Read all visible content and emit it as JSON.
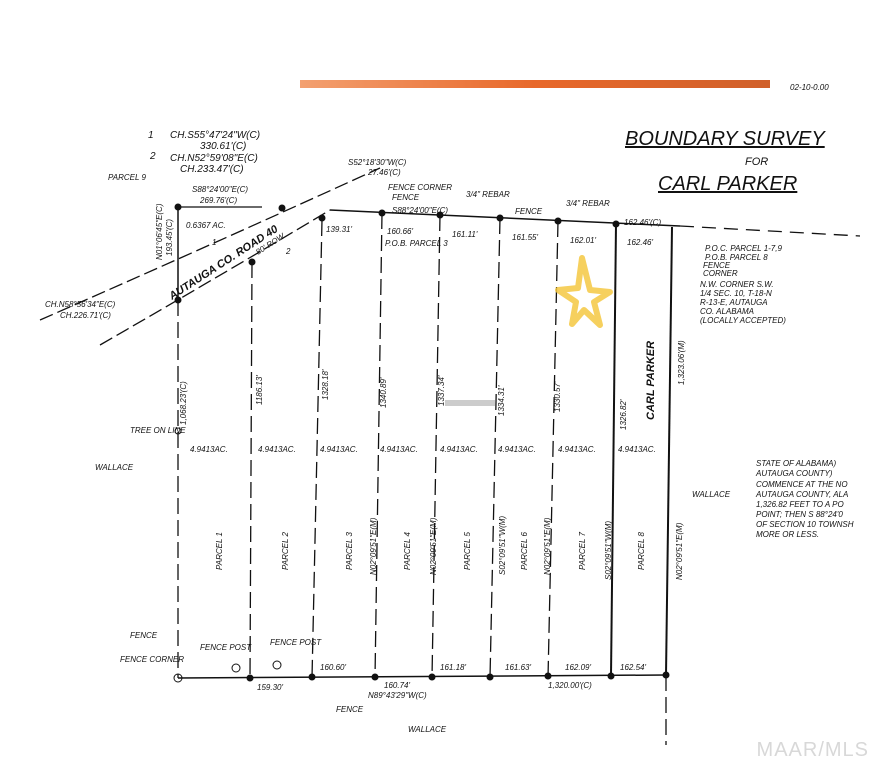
{
  "header": {
    "title_line1": "BOUNDARY SURVEY",
    "title_line2": "FOR",
    "title_line3": "CARL PARKER",
    "stamp": "02-10-0.00"
  },
  "curve_notes": {
    "n1": "1",
    "c1a": "CH.S55°47'24\"W(C)",
    "c1b": "330.61'(C)",
    "n2": "2",
    "c2a": "CH.N52°59'08\"E(C)",
    "c2b": "CH.233.47'(C)"
  },
  "road": {
    "name": "AUTAUGA CO. ROAD 40",
    "row": "80' ROW",
    "mark1": "1",
    "mark2": "2"
  },
  "top": {
    "parcel9": "PARCEL 9",
    "p9_bearing": "S88°24'00\"E(C)",
    "p9_dist": "269.76'(C)",
    "p9_area": "0.6367 AC.",
    "p9_left_bearing": "N01°06'45\"E(C)",
    "p9_left_dist": "193.45'(C)",
    "road_ch_bearing": "S52°18'30\"W(C)",
    "road_ch_dist": "27.46'(C)",
    "fence_corner": "FENCE CORNER",
    "fence": "FENCE",
    "top_bearing": "S88°24'00\"E(C)",
    "pob3": "P.O.B. PARCEL 3",
    "rebar1": "3/4\" REBAR",
    "rebar2": "3/4\" REBAR",
    "fence2": "FENCE",
    "dists": [
      "139.31'",
      "160.66'",
      "161.11'",
      "161.55'",
      "162.01'",
      "162.46'"
    ],
    "total": "162.46'(C)",
    "left_ch_bearing": "CH.N58°56'34\"E(C)",
    "left_ch_dist": "CH.226.71'(C)"
  },
  "poc_note": [
    "P.O.C. PARCEL 1-7,9",
    "P.O.B. PARCEL 8",
    "FENCE",
    "CORNER",
    "N.W. CORNER S.W.",
    "1/4 SEC. 10, T-18-N",
    "R-13-E, AUTAUGA",
    "CO. ALABAMA",
    "(LOCALLY ACCEPTED)"
  ],
  "side_dists": [
    "1,068.23'(C)",
    "1186.13'",
    "1328.18'",
    "1340.89'",
    "1337.34'",
    "1334.31'",
    "1330.57'",
    "1326.82'",
    "1,323.06'(M)"
  ],
  "owner_label": "CARL PARKER",
  "acreage": [
    "4.9413AC.",
    "4.9413AC.",
    "4.9413AC.",
    "4.9413AC.",
    "4.9413AC.",
    "4.9413AC.",
    "4.9413AC.",
    "4.9413AC."
  ],
  "parcels": [
    "PARCEL 1",
    "PARCEL 2",
    "PARCEL 3",
    "PARCEL 4",
    "PARCEL 5",
    "PARCEL 6",
    "PARCEL 7",
    "PARCEL 8"
  ],
  "line_bearings": [
    "N02°09'51\"E(M)",
    "N02°09'51\"E(M)",
    "S02°09'51\"W(M)",
    "N02°09'51\"E(M)",
    "S02°09'51\"W(M)",
    "N02°09'51\"E(M)"
  ],
  "tree": "TREE ON LINE",
  "neighbors": {
    "west": "WALLACE",
    "east": "WALLACE",
    "south": "WALLACE"
  },
  "bottom": {
    "fence": "FENCE",
    "fence_corner": "FENCE CORNER",
    "fence_post1": "FENCE POST",
    "fence_post2": "FENCE POST",
    "fence3": "FENCE",
    "dists": [
      "159.30'",
      "160.60'",
      "160.74'",
      "161.18'",
      "161.63'",
      "162.09'",
      "162.54'"
    ],
    "bearing": "N89°43'29\"W(C)",
    "total": "1,320.00'(C)"
  },
  "legal": [
    "STATE OF ALABAMA)",
    "AUTAUGA COUNTY)",
    "COMMENCE AT THE NO",
    "AUTAUGA COUNTY, ALA",
    "1,326.82 FEET TO A PO",
    "POINT; THEN S 88°24'0",
    "OF SECTION 10 TOWNSH",
    "MORE OR LESS."
  ],
  "watermark": "MAAR/MLS",
  "colors": {
    "ink": "#111111",
    "banner": "#e8682a",
    "star": "#f5c842"
  }
}
